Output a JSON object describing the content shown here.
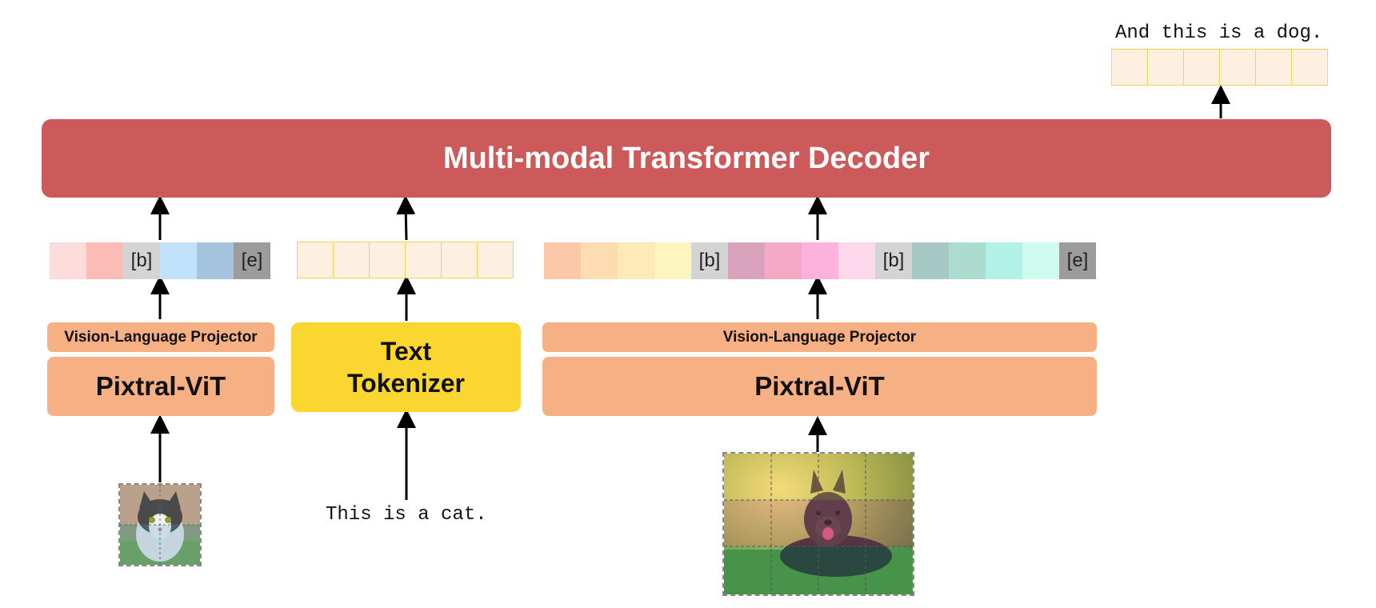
{
  "decoder": {
    "label": "Multi-modal Transformer Decoder"
  },
  "output": {
    "text": "And this is a dog.",
    "tokens": [
      "",
      "",
      "",
      "",
      "",
      ""
    ]
  },
  "left_image": {
    "projector_label": "Vision-Language Projector",
    "vit_label": "Pixtral-ViT",
    "tokens": [
      {
        "label": "",
        "color": "#fddcdc"
      },
      {
        "label": "",
        "color": "#fcbcb6"
      },
      {
        "label": "[b]",
        "color": "#d4d4d4"
      },
      {
        "label": "",
        "color": "#c0e2fa"
      },
      {
        "label": "",
        "color": "#a6c4e0"
      },
      {
        "label": "[e]",
        "color": "#9c9c9c"
      }
    ]
  },
  "text_input": {
    "tokenizer_line1": "Text",
    "tokenizer_line2": "Tokenizer",
    "input_text": "This is a cat.",
    "tokens": [
      "",
      "",
      "",
      "",
      "",
      ""
    ]
  },
  "right_image": {
    "projector_label": "Vision-Language Projector",
    "vit_label": "Pixtral-ViT",
    "tokens": [
      {
        "label": "",
        "color": "#fbc8a8"
      },
      {
        "label": "",
        "color": "#fcdcb0"
      },
      {
        "label": "",
        "color": "#fdeab8"
      },
      {
        "label": "",
        "color": "#fdf5c0"
      },
      {
        "label": "[b]",
        "color": "#d4d4d4"
      },
      {
        "label": "",
        "color": "#d9a3bb"
      },
      {
        "label": "",
        "color": "#f3a8c6"
      },
      {
        "label": "",
        "color": "#fcb2dc"
      },
      {
        "label": "",
        "color": "#fcd8ea"
      },
      {
        "label": "[b]",
        "color": "#d4d4d4"
      },
      {
        "label": "",
        "color": "#a7c8c4"
      },
      {
        "label": "",
        "color": "#acdccf"
      },
      {
        "label": "",
        "color": "#b2f1e6"
      },
      {
        "label": "",
        "color": "#cffaf0"
      },
      {
        "label": "[e]",
        "color": "#9c9c9c"
      }
    ]
  }
}
